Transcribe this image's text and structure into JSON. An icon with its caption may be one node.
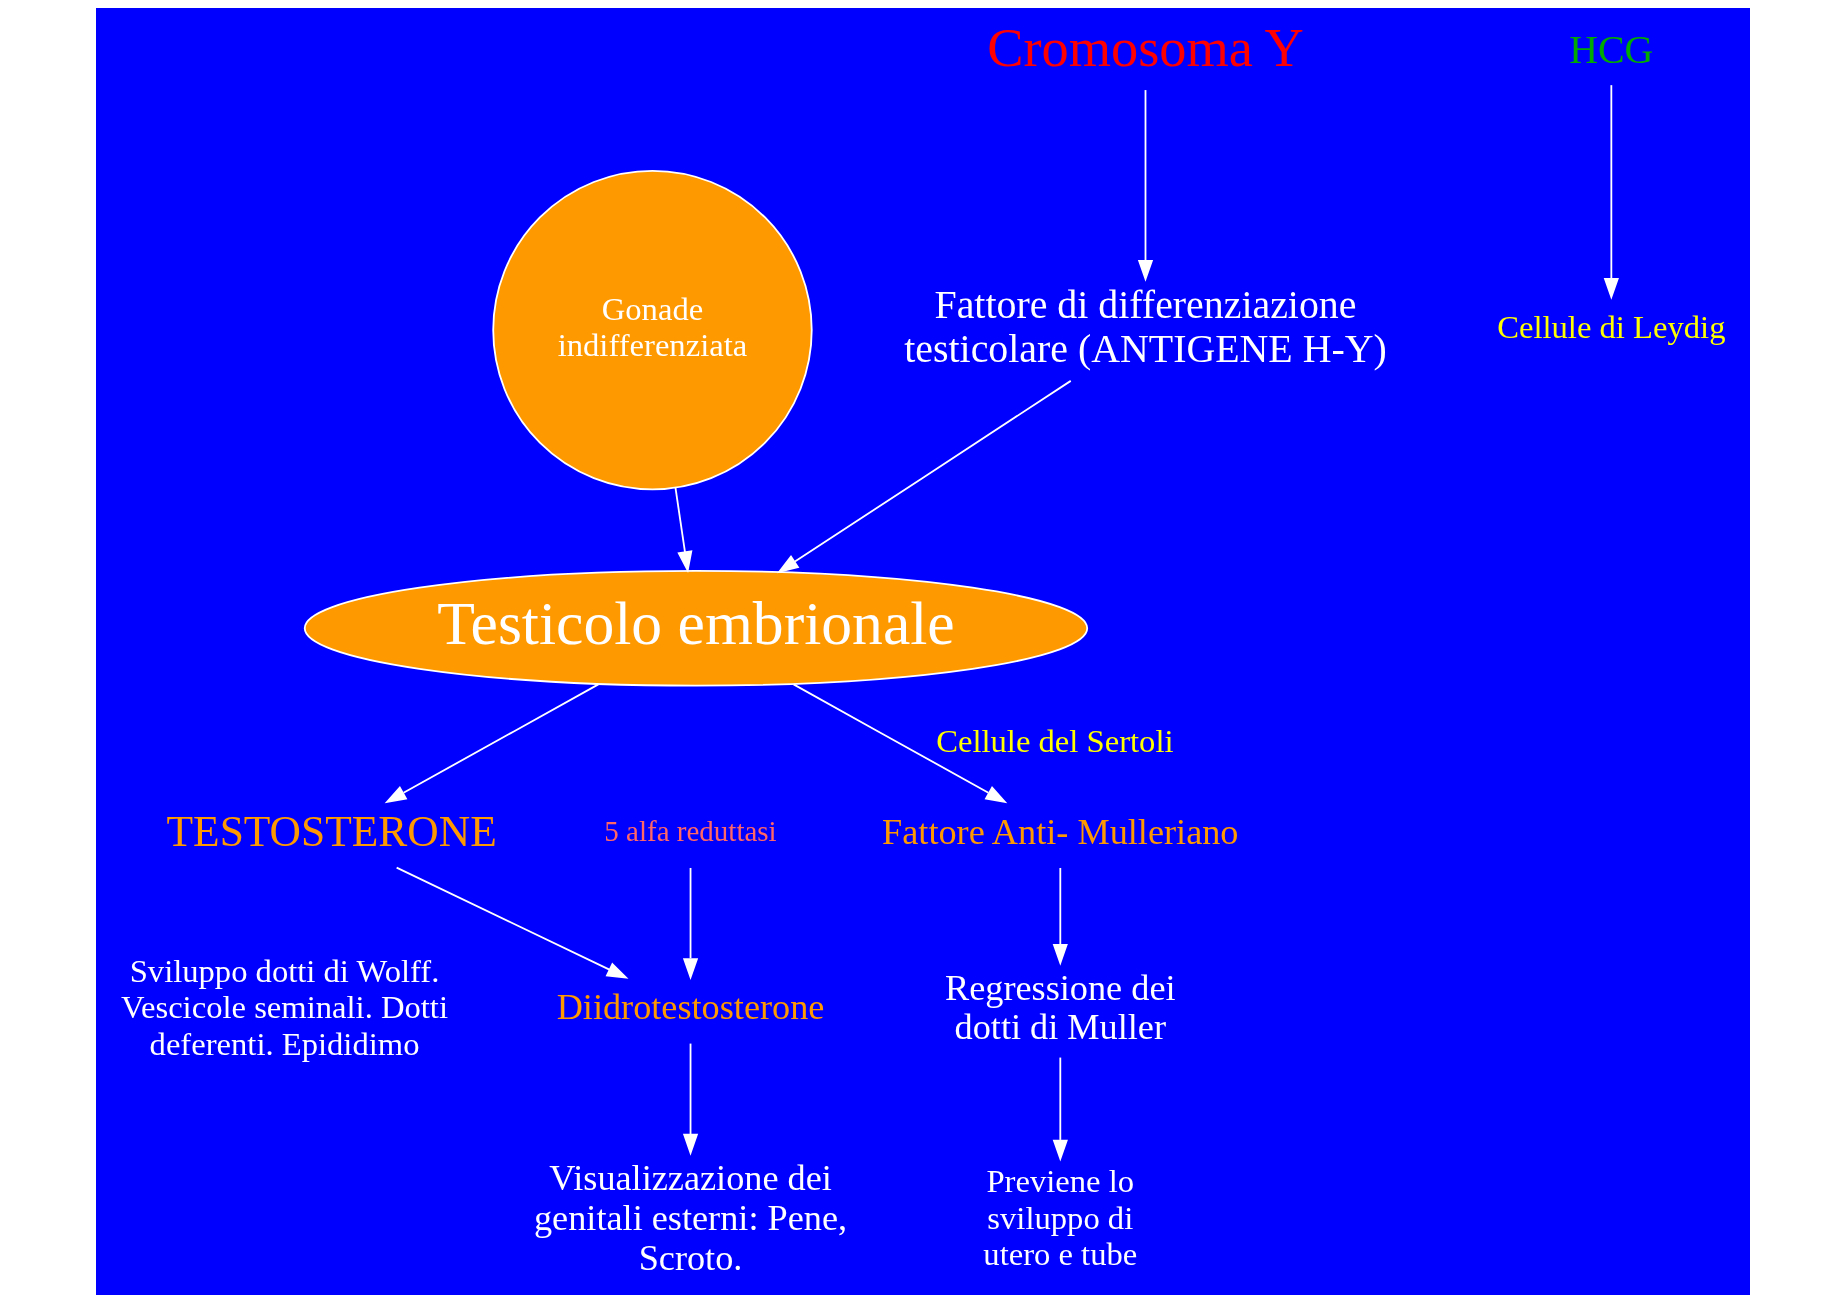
{
  "diagram": {
    "nodes": [
      {
        "text": [
          "Gonade indifferenziata"
        ]
      },
      {
        "text": [
          "Cromosoma Y"
        ]
      },
      {
        "text": [
          "Fattore di differenziazione testicolare (ANTIGENE H-Y)"
        ]
      },
      {
        "text": [
          "Testicolo embrionale"
        ]
      },
      {
        "text": [
          "HCG"
        ]
      },
      {
        "text": [
          "Cellule di Leydig"
        ]
      },
      {
        "text": [
          "TESTOSTERONE"
        ]
      },
      {
        "text": [
          "Fattore Anti- Mulleriano"
        ]
      },
      {
        "text": [
          "Regressione dei dotti di Muller"
        ]
      },
      {
        "text": [
          "Previene lo sviluppo di utero e tube"
        ]
      },
      {
        "text": [
          "5 alfa reduttasi"
        ]
      },
      {
        "text": [
          "Diidrotestosterone"
        ]
      },
      {
        "text": [
          "Visualizzazione dei genitali esterni: Pene, Scroto."
        ]
      }
    ],
    "edges": [
      {
        "from": 1,
        "to": 2,
        "arrow": "to"
      },
      {
        "from": 2,
        "to": 3,
        "arrow": "to"
      },
      {
        "from": 0,
        "to": 3,
        "arrow": "to"
      },
      {
        "from": 4,
        "to": 5,
        "arrow": "to"
      },
      {
        "from": 3,
        "to": 6,
        "arrow": "to"
      },
      {
        "from": 3,
        "to": 7,
        "arrow": "to",
        "label": "Cellule del Sertoli"
      },
      {
        "from": 6,
        "to": 11,
        "arrow": "to"
      },
      {
        "from": 10,
        "to": 11,
        "arrow": "to"
      },
      {
        "from": 11,
        "to": 12,
        "arrow": "to"
      },
      {
        "from": 7,
        "to": 8,
        "arrow": "to"
      },
      {
        "from": 8,
        "to": 9,
        "arrow": "to"
      }
    ],
    "labels": [
      "Sviluppo dotti di Wolff. Vescicole seminali. Dotti deferenti. Epididimo"
    ]
  }
}
